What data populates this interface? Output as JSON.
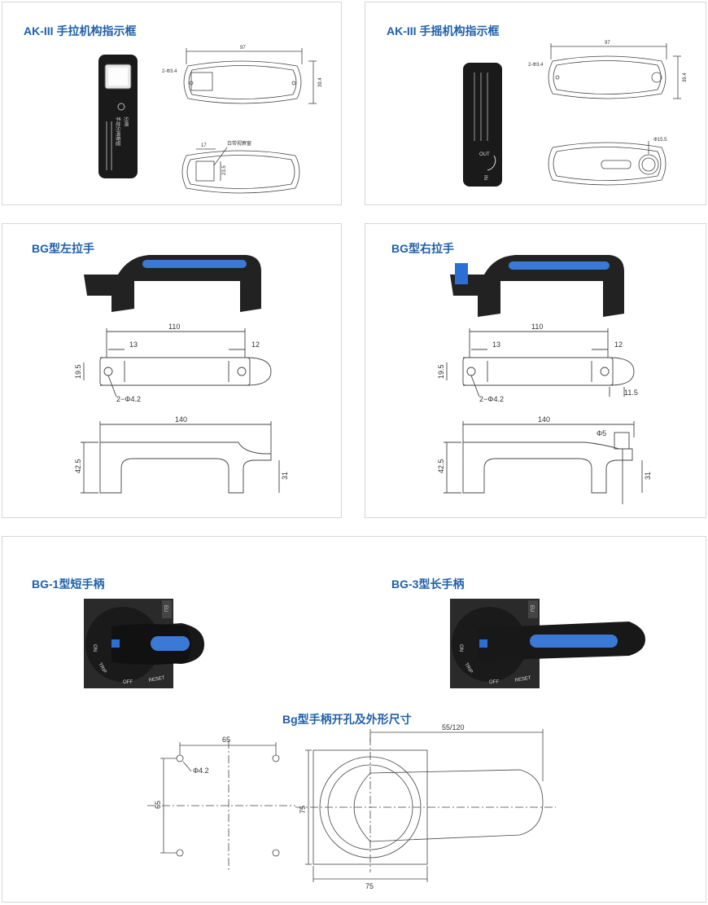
{
  "panels": {
    "ak_pull": {
      "title": "AK-III 手拉机构指示框",
      "dims": {
        "width": "97",
        "height": "39.4",
        "holes": "2-Φ3.4",
        "a": "17",
        "b": "23.5"
      },
      "callout": "白带视察窗",
      "product_lines": [
        "分闸",
        "手动分闸按钮",
        "",
        ""
      ]
    },
    "ak_crank": {
      "title": "AK-III 手摇机构指示框",
      "dims": {
        "width": "97",
        "height": "39.4",
        "holes": "2-Φ3.4",
        "dia": "Φ15.5"
      },
      "product_lines": [
        "OUT",
        "IN"
      ]
    },
    "bg_left": {
      "title": "BG型左拉手",
      "dims": {
        "len": "110",
        "a": "13",
        "b": "12",
        "h": "19.5",
        "holes": "2−Φ4.2",
        "total": "140",
        "height": "42.5",
        "depth": "31"
      }
    },
    "bg_right": {
      "title": "BG型右拉手",
      "dims": {
        "len": "110",
        "a": "13",
        "b": "12",
        "h": "19.5",
        "holes": "2−Φ4.2",
        "c": "11.5",
        "total": "140",
        "dia": "Φ5",
        "height": "42.5",
        "depth": "31"
      }
    },
    "bg_handles": {
      "short_title": "BG-1型短手柄",
      "long_title": "BG-3型长手柄",
      "labels": {
        "on": "ON",
        "trip": "TRIP",
        "reset": "RESET",
        "off": "OFF",
        "eu": "EU"
      },
      "diagram_title": "Bg型手柄开孔及外形尺寸",
      "dims": {
        "spacing": "65",
        "height": "65",
        "hole": "Φ4.2",
        "len": "55/120",
        "side": "75",
        "bottom": "75"
      }
    }
  }
}
